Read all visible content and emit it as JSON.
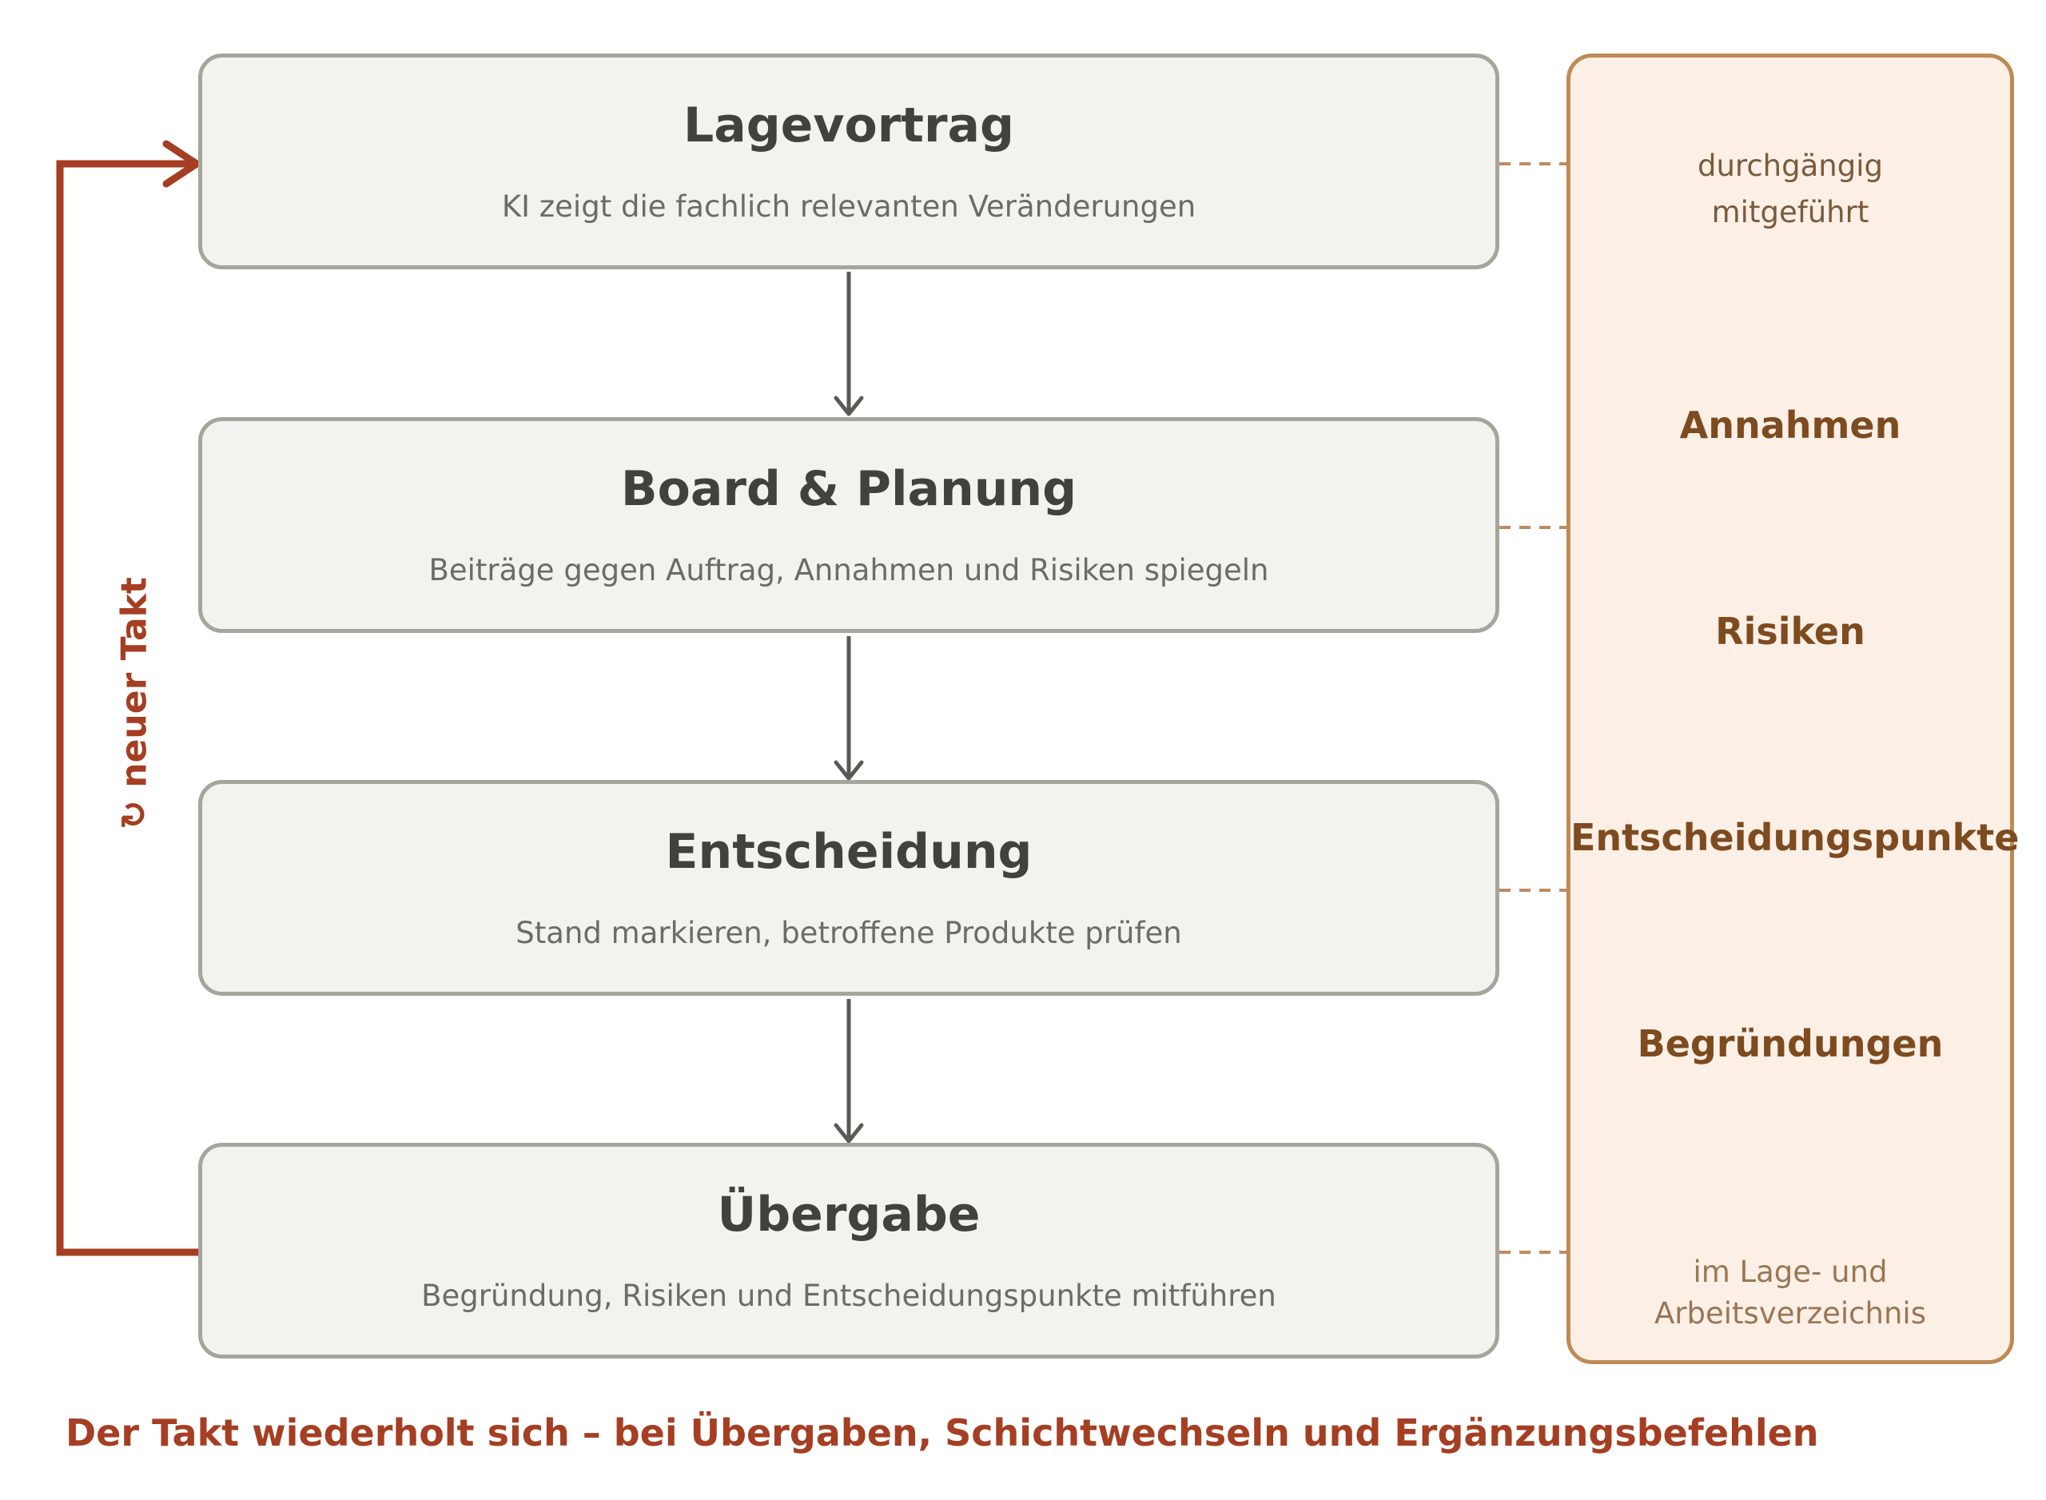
{
  "steps": [
    {
      "title": "Lagevortrag",
      "subtitle": "KI zeigt die fachlich relevanten Veränderungen"
    },
    {
      "title": "Board & Planung",
      "subtitle": "Beiträge gegen Auftrag, Annahmen und Risiken spiegeln"
    },
    {
      "title": "Entscheidung",
      "subtitle": "Stand markieren, betroffene Produkte prüfen"
    },
    {
      "title": "Übergabe",
      "subtitle": "Begründung, Risiken und Entscheidungspunkte mitführen"
    }
  ],
  "side_panel": {
    "top_note_line1": "durchgängig",
    "top_note_line2": "mitgeführt",
    "items": [
      "Annahmen",
      "Risiken",
      "Entscheidungspunkte",
      "Begründungen"
    ],
    "bottom_note_line1": "im Lage- und",
    "bottom_note_line2": "Arbeitsverzeichnis"
  },
  "loop": {
    "label": "↻ neuer Takt"
  },
  "footer": {
    "text": "Der Takt wiederholt sich – bei Übergaben, Schichtwechseln und Ergänzungsbefehlen"
  },
  "colors": {
    "box_fill": "#f2f2ee",
    "box_border": "#a5a59c",
    "flow_arrow": "#5a5a55",
    "loop_accent": "#a53e22",
    "panel_fill": "#fcefe6",
    "panel_border": "#be8a55",
    "panel_text": "#7d4b1f"
  }
}
